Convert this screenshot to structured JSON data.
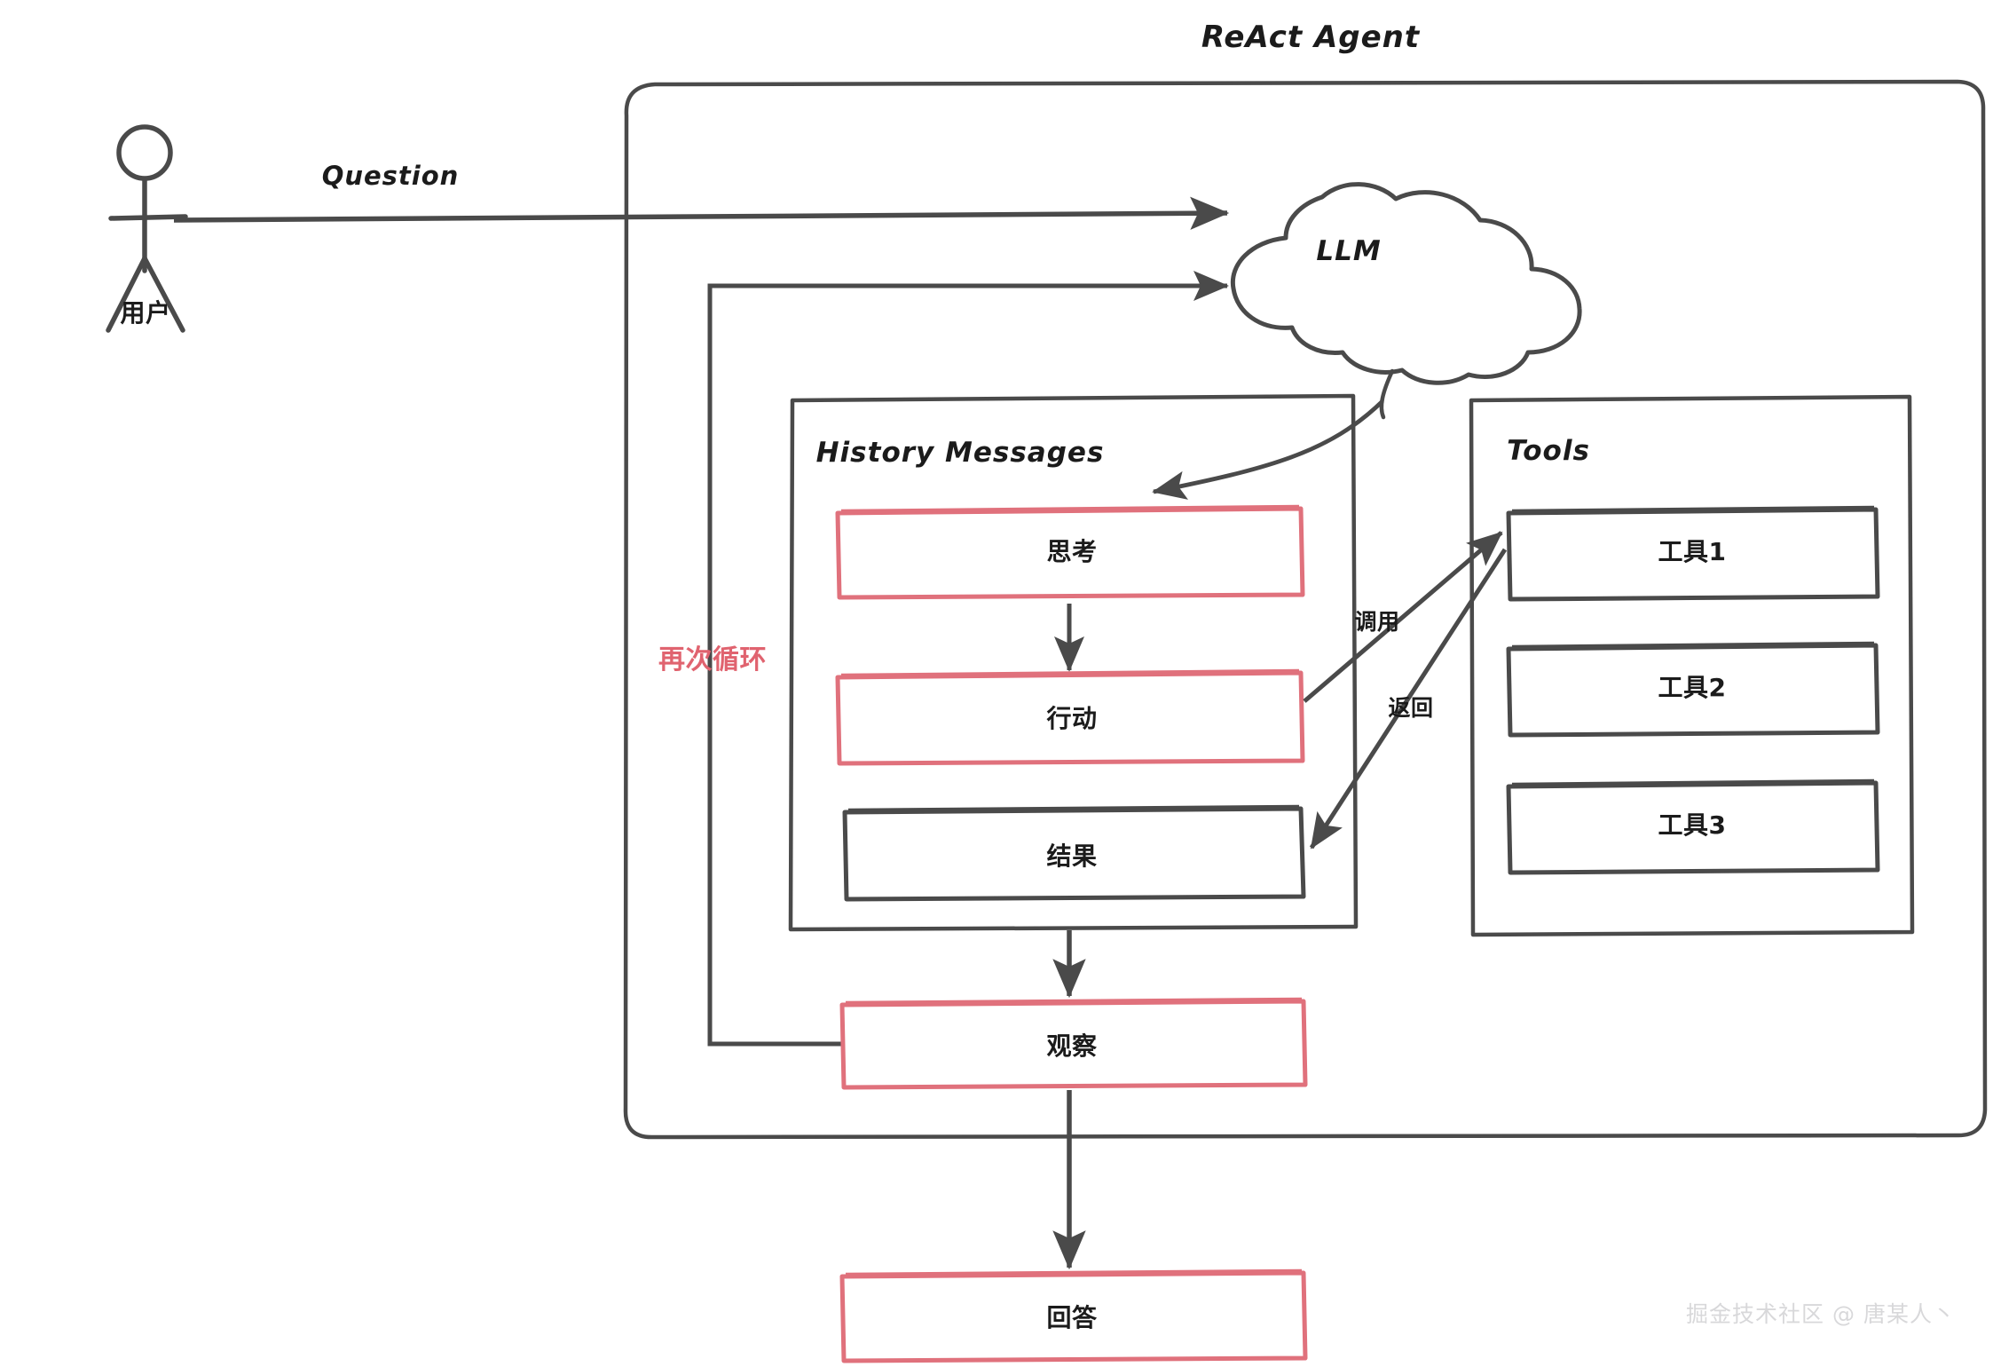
{
  "diagram": {
    "title": "ReAct Agent",
    "watermark": "掘金技术社区 @ 唐某人丶"
  },
  "actor": {
    "label": "用户",
    "icon": "stick-figure-icon"
  },
  "edges": {
    "question": "Question",
    "loop_again": "再次循环",
    "call": "调用",
    "return": "返回"
  },
  "llm": {
    "label": "LLM",
    "icon": "cloud-icon"
  },
  "history": {
    "title": "History Messages",
    "steps": [
      {
        "label": "思考",
        "color": "#e0717c"
      },
      {
        "label": "行动",
        "color": "#e0717c"
      },
      {
        "label": "结果",
        "color": "#4a4a4a"
      }
    ]
  },
  "tools": {
    "title": "Tools",
    "items": [
      {
        "label": "工具1"
      },
      {
        "label": "工具2"
      },
      {
        "label": "工具3"
      }
    ]
  },
  "flow": {
    "observe": "观察",
    "answer": "回答"
  },
  "colors": {
    "ink": "#4a4a4a",
    "accent_pink": "#e0717c",
    "background": "#ffffff",
    "watermark": "#d8d8da"
  }
}
